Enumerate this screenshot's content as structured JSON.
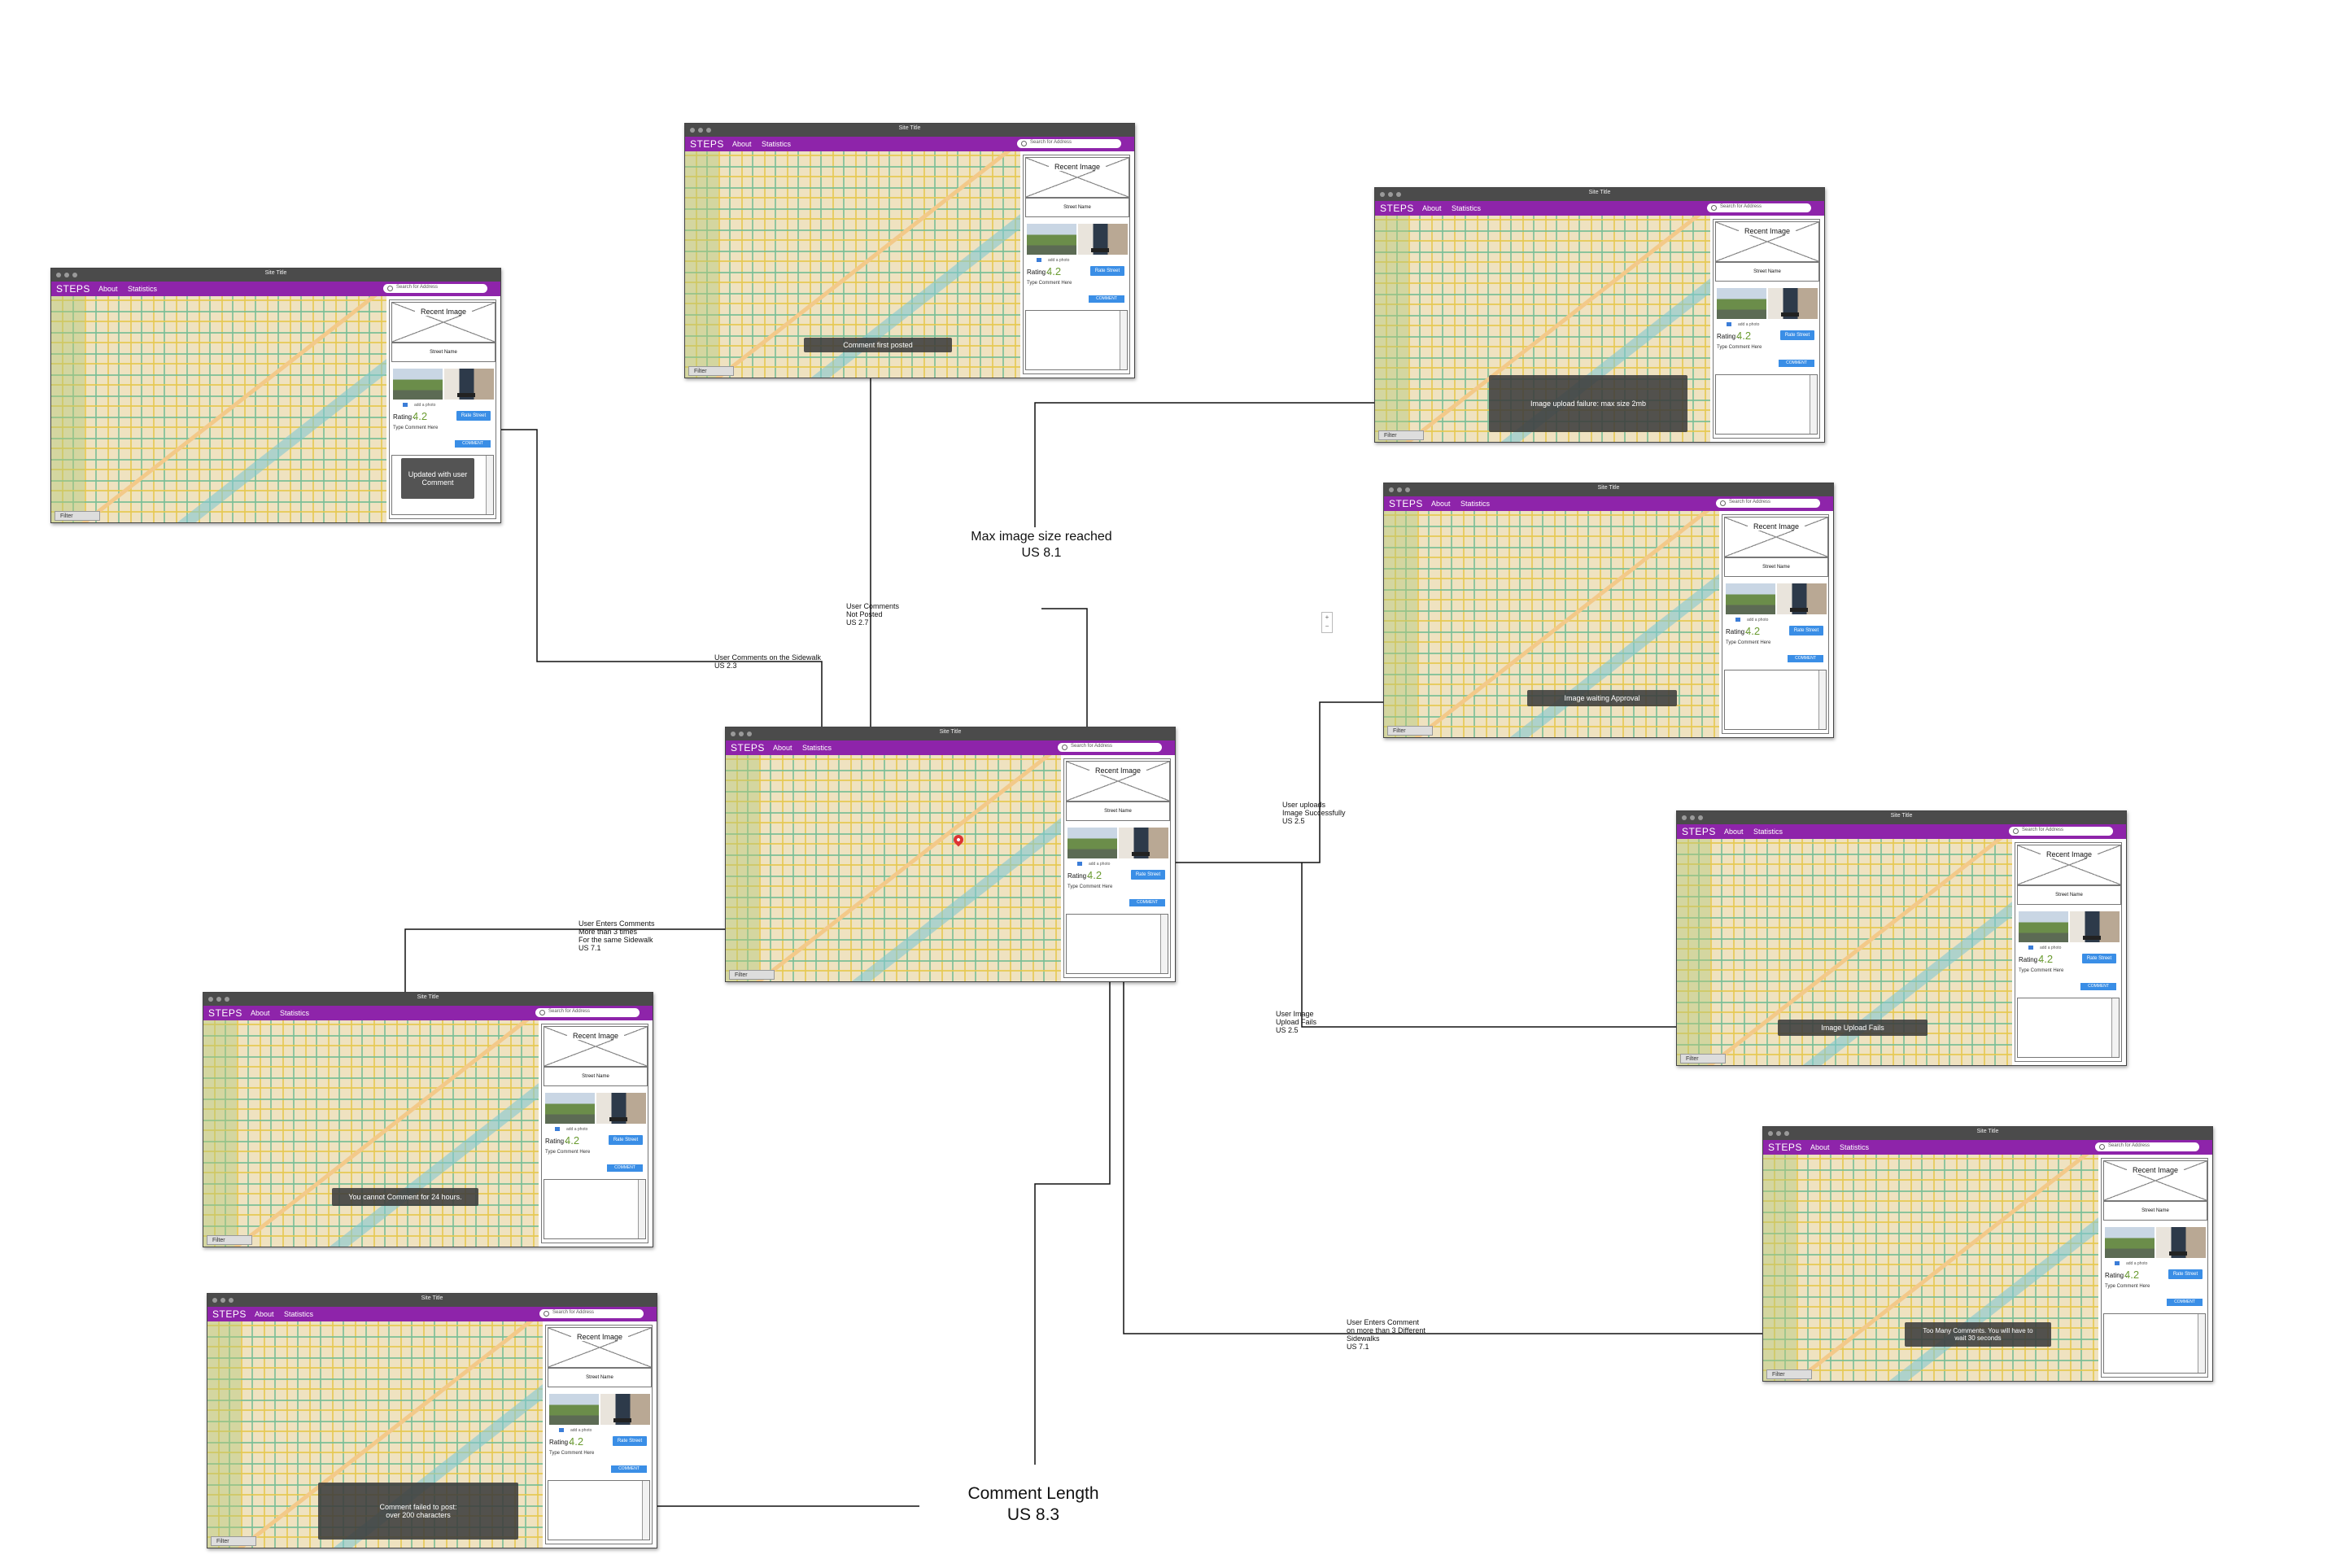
{
  "mockup": {
    "site_title": "Site Title",
    "brand": "STEPS",
    "nav_about": "About",
    "nav_statistics": "Statistics",
    "search_placeholder": "Search for Address",
    "recent_image": "Recent Image",
    "street_name": "Street Name",
    "add_photo": "add a photo",
    "rating_label": "Rating :",
    "rating_value": "4.2",
    "rate_button": "Rate Street",
    "type_comment": "Type Comment Here",
    "comment_button": "COMMENT",
    "filter": "Filter",
    "theme": {
      "navbar": "#8e24aa",
      "button": "#3a8ee6",
      "rating": "#6a9b30",
      "titlebar": "#4b4b4b"
    }
  },
  "screens": {
    "top_left": {
      "toast": "Updated with user\nComment"
    },
    "top_center": {
      "toast": "Comment first posted"
    },
    "top_right": {
      "toast": "Image upload failure: max size 2mb"
    },
    "right_1": {
      "toast": "Image waiting Approval"
    },
    "center": {
      "toast": ""
    },
    "right_2": {
      "toast": "Image Upload Fails"
    },
    "mid_left": {
      "toast": "You cannot Comment for 24 hours."
    },
    "right_3": {
      "toast": "Too Many Comments. You will have to\nwait 30 seconds"
    },
    "bottom_left": {
      "toast": "Comment failed to post:\nover 200 characters"
    }
  },
  "flows": {
    "us_2_3": "User Comments on the Sidewalk\nUS 2.3",
    "us_2_7": "User Comments\nNot Posted\nUS 2.7",
    "us_8_1": "Max image size reached\nUS 8.1",
    "us_2_5_success": "User uploads\nImage Successfully\nUS 2.5",
    "us_2_5_fail": "User Image\nUpload Fails\nUS 2.5",
    "us_7_1_same": "User Enters Comments\nMore than 3 times\nFor the same Sidewalk\nUS 7.1",
    "us_7_1_diff": "User Enters Comment\non more than 3 Different\nSidewalks\nUS 7.1",
    "us_8_3": "Comment Length\nUS 8.3"
  },
  "zoom": {
    "plus": "+",
    "minus": "−"
  }
}
